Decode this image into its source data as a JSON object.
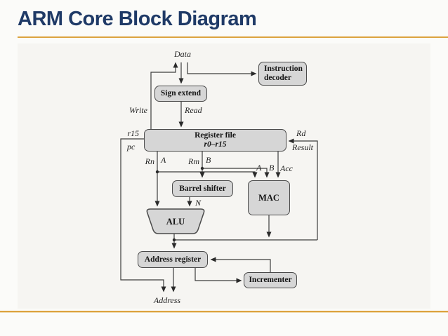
{
  "slide": {
    "title": "ARM Core Block Diagram"
  },
  "colors": {
    "title_text": "#1f3a67",
    "accent_line": "#dca33f",
    "box_fill": "#d6d6d6",
    "box_border": "#4a4a4a",
    "wire": "#3d3d3d"
  },
  "diagram": {
    "boxes": {
      "instruction_decoder": "Instruction decoder",
      "sign_extend": "Sign extend",
      "register_file_title": "Register file",
      "register_file_range": "r0–r15",
      "barrel_shifter": "Barrel shifter",
      "mac": "MAC",
      "alu": "ALU",
      "address_register": "Address register",
      "incrementer": "Incrementer"
    },
    "labels": {
      "data": "Data",
      "write": "Write",
      "read": "Read",
      "r15": "r15",
      "pc": "pc",
      "rd": "Rd",
      "result": "Result",
      "rn": "Rn",
      "a_alu": "A",
      "rm": "Rm",
      "b_shifter": "B",
      "a_mac": "A",
      "b_mac": "B",
      "acc": "Acc",
      "n": "N",
      "address": "Address"
    }
  }
}
